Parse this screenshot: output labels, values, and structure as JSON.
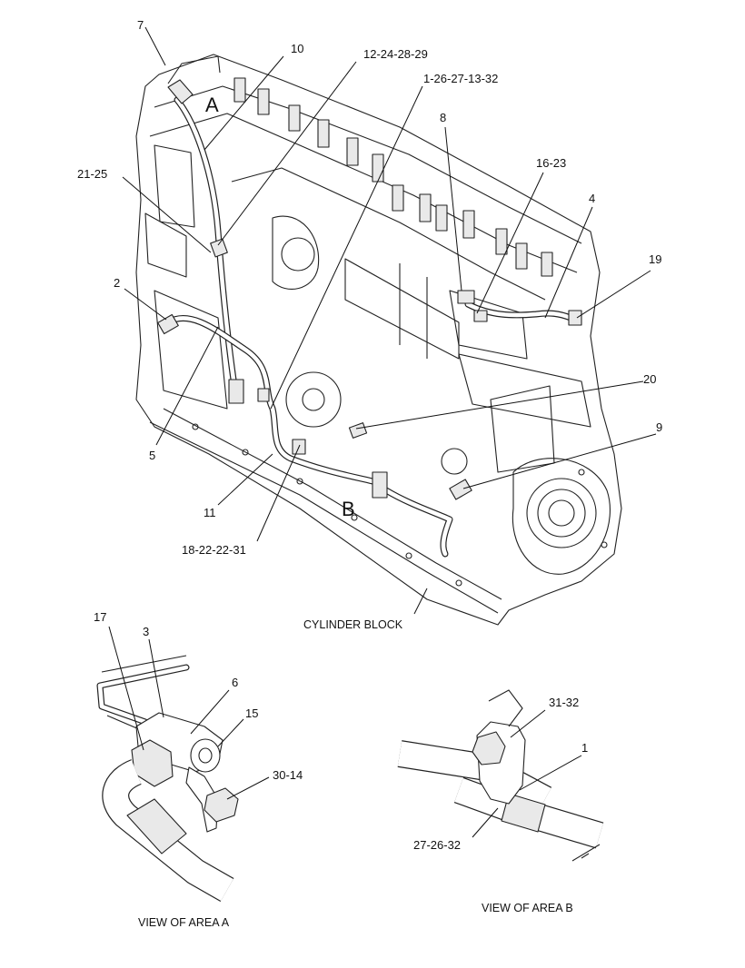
{
  "callouts": {
    "c7": "7",
    "c10": "10",
    "c12_24_28_29": "12-24-28-29",
    "c1_26_27_13_32": "1-26-27-13-32",
    "c8": "8",
    "c16_23": "16-23",
    "c4": "4",
    "c21_25": "21-25",
    "c19": "19",
    "c2": "2",
    "c20": "20",
    "c9": "9",
    "c5": "5",
    "c11": "11",
    "c18_22_22_31": "18-22-22-31",
    "c17": "17",
    "c3": "3",
    "c6": "6",
    "c15": "15",
    "c30_14": "30-14",
    "c31_32": "31-32",
    "c1": "1",
    "c27_26_32": "27-26-32"
  },
  "area_markers": {
    "a": "A",
    "b": "B"
  },
  "captions": {
    "cylinder_block": "CYLINDER BLOCK",
    "view_area_a": "VIEW OF AREA  A",
    "view_area_b": "VIEW OF AREA  B"
  }
}
